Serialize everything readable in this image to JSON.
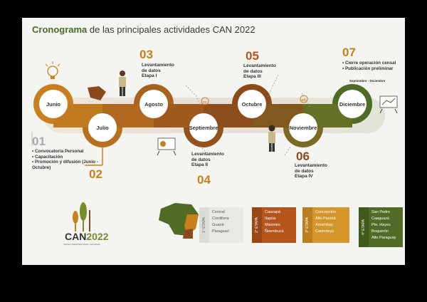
{
  "title": {
    "bold": "Cronograma",
    "rest": " de las principales actividades CAN 2022"
  },
  "months": [
    "Junio",
    "Julio",
    "Agosto",
    "Septiembre",
    "Octubre",
    "Noviembre",
    "Diciembre"
  ],
  "steps": {
    "s01": "01",
    "s02": "02",
    "s03": "03",
    "s04": "04",
    "s05": "05",
    "s06": "06",
    "s07": "07"
  },
  "activities_01": [
    "Convocatoria Personal",
    "Capacitación",
    "Promoción y difusión (Junio - Octubre)"
  ],
  "label_03": [
    "Levantamiento",
    "de datos",
    "Etapa I"
  ],
  "label_04": [
    "Levantamiento",
    "de datos",
    "Etapa II"
  ],
  "label_05": [
    "Levantamiento",
    "de datos",
    "Etapa III"
  ],
  "label_06": [
    "Levantamiento",
    "de datos",
    "Etapa IV"
  ],
  "activities_07": [
    "Cierre operación censal",
    "Publicación preliminar"
  ],
  "period_07": "Septiembre - Diciembre",
  "pins": {
    "p1": "01",
    "p2": "02"
  },
  "etapas": [
    {
      "tag": "1° ETAPA",
      "departments": [
        "Central",
        "Cordillera",
        "Guairá",
        "Paraguarí"
      ],
      "color": "#e8e8e4",
      "text": "#555555"
    },
    {
      "tag": "2° ETAPA",
      "departments": [
        "Caazapá",
        "Itapúa",
        "Misiones",
        "Ñeembucú"
      ],
      "color": "#b5551c",
      "text": "#ffffff"
    },
    {
      "tag": "3° ETAPA",
      "departments": [
        "Concepción",
        "Alto Paraná",
        "Amambay",
        "Canindeyú"
      ],
      "color": "#d4952a",
      "text": "#ffffff"
    },
    {
      "tag": "4° ETAPA",
      "departments": [
        "San Pedro",
        "Caaguazú",
        "Pte. Hayes",
        "Boquerón",
        "Alto Paraguay"
      ],
      "color": "#4f6b25",
      "text": "#ffffff"
    }
  ],
  "logo": {
    "can": "CAN",
    "year": "2022",
    "sub": "CENSO AGROPECUARIO NACIONAL"
  },
  "colors": {
    "orange": "#c8801f",
    "brown": "#8a4a1c",
    "olive": "#6b7a24",
    "green": "#4f6b25",
    "gold": "#d4952a"
  }
}
